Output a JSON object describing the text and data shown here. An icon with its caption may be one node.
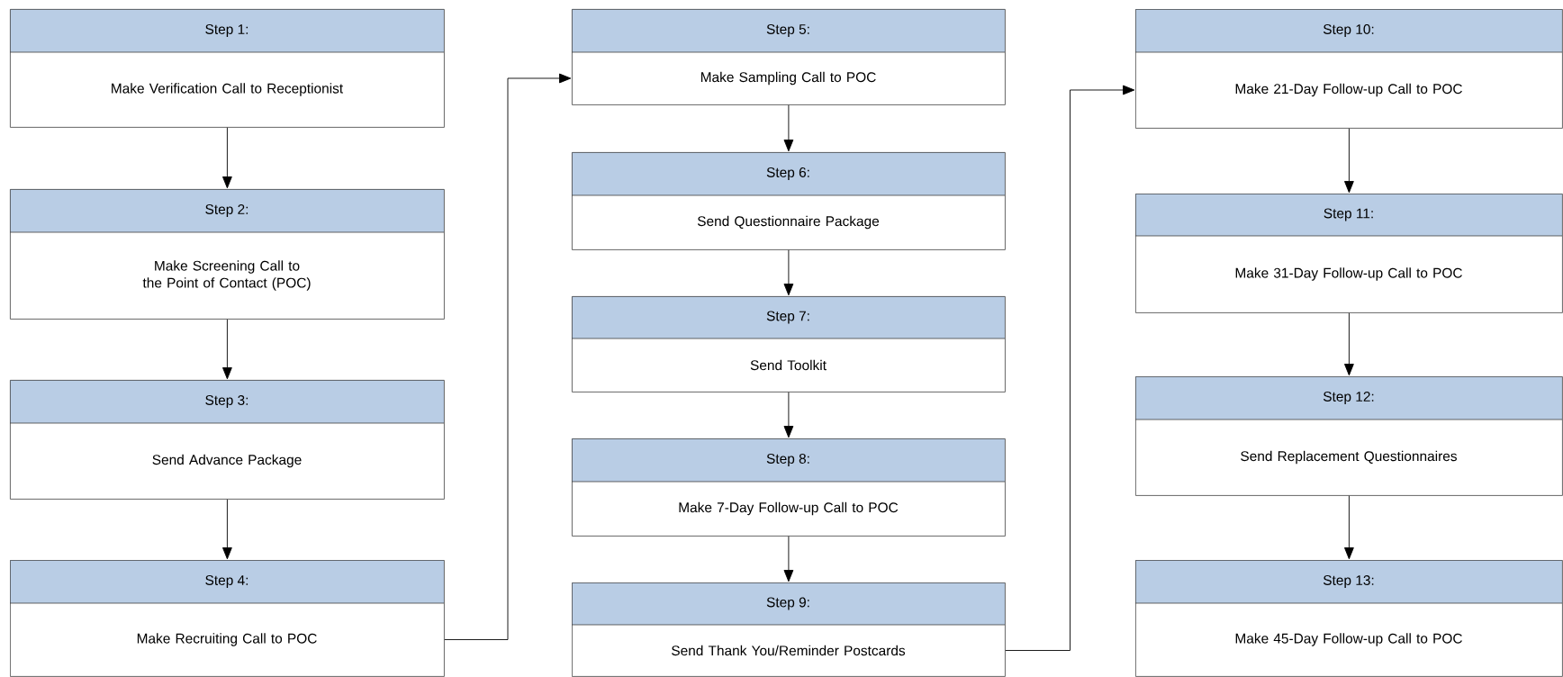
{
  "diagram": {
    "nodes": [
      {
        "text": [
          "Step 1:",
          "Make Verification Call to Receptionist"
        ]
      },
      {
        "text": [
          "Step 2:",
          "Make Screening Call to the Point of Contact (POC)"
        ]
      },
      {
        "text": [
          "Step 3:",
          "Send Advance Package"
        ]
      },
      {
        "text": [
          "Step 4:",
          "Make Recruiting Call to POC"
        ]
      },
      {
        "text": [
          "Step 5:",
          "Make Sampling Call to POC"
        ]
      },
      {
        "text": [
          "Step 6:",
          "Send Questionnaire Package"
        ]
      },
      {
        "text": [
          "Step 7:",
          "Send Toolkit"
        ]
      },
      {
        "text": [
          "Step 8:",
          "Make 7-Day Follow-up Call to POC"
        ]
      },
      {
        "text": [
          "Step 9:",
          "Send Thank You/Reminder Postcards"
        ]
      },
      {
        "text": [
          "Step 10:",
          "Make 21-Day Follow-up Call to POC"
        ]
      },
      {
        "text": [
          "Step 11:",
          "Make 31-Day Follow-up Call to POC"
        ]
      },
      {
        "text": [
          "Step 12:",
          "Send Replacement Questionnaires"
        ]
      },
      {
        "text": [
          "Step 13:",
          "Make 45-Day Follow-up Call to POC"
        ]
      }
    ],
    "edges": [
      {
        "from": 0,
        "to": 1,
        "arrow": "to"
      },
      {
        "from": 1,
        "to": 2,
        "arrow": "to"
      },
      {
        "from": 2,
        "to": 3,
        "arrow": "to"
      },
      {
        "from": 3,
        "to": 4,
        "arrow": "to"
      },
      {
        "from": 4,
        "to": 5,
        "arrow": "to"
      },
      {
        "from": 5,
        "to": 6,
        "arrow": "to"
      },
      {
        "from": 6,
        "to": 7,
        "arrow": "to"
      },
      {
        "from": 7,
        "to": 8,
        "arrow": "to"
      },
      {
        "from": 8,
        "to": 9,
        "arrow": "to"
      },
      {
        "from": 9,
        "to": 10,
        "arrow": "to"
      },
      {
        "from": 10,
        "to": 11,
        "arrow": "to"
      },
      {
        "from": 11,
        "to": 12,
        "arrow": "to"
      }
    ]
  }
}
